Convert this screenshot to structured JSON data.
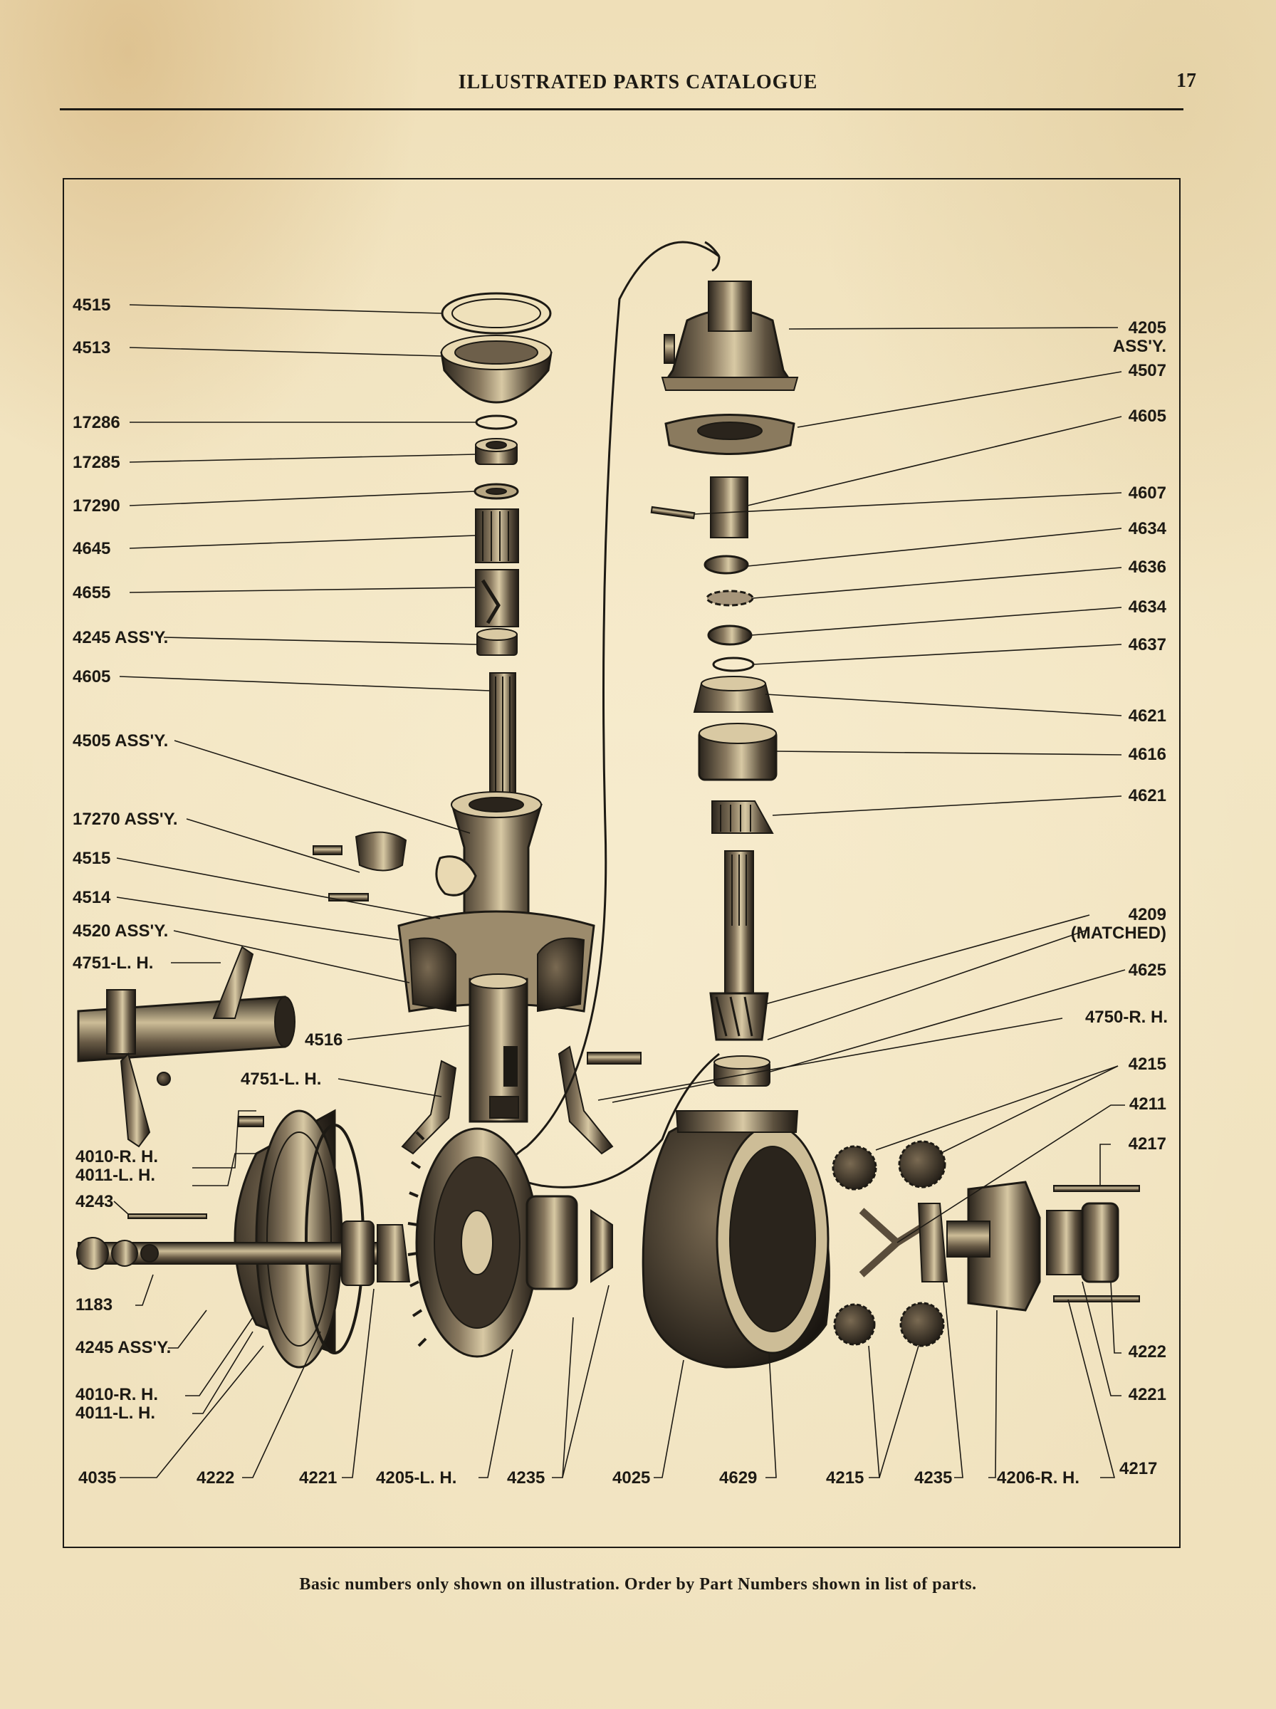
{
  "header": {
    "title": "ILLUSTRATED PARTS CATALOGUE",
    "page_number": "17"
  },
  "footer": {
    "note": "Basic numbers only shown on illustration. Order by Part Numbers shown in list of parts."
  },
  "labels": [
    {
      "id": "L01",
      "text": "4515"
    },
    {
      "id": "L02",
      "text": "4513"
    },
    {
      "id": "L03",
      "text": "17286"
    },
    {
      "id": "L04",
      "text": "17285"
    },
    {
      "id": "L05",
      "text": "17290"
    },
    {
      "id": "L06",
      "text": "4645"
    },
    {
      "id": "L07",
      "text": "4655"
    },
    {
      "id": "L08",
      "text": "4245 ASS'Y."
    },
    {
      "id": "L09",
      "text": "4605"
    },
    {
      "id": "L10",
      "text": "4505 ASS'Y."
    },
    {
      "id": "L11",
      "text": "17270 ASS'Y."
    },
    {
      "id": "L12",
      "text": "4515"
    },
    {
      "id": "L13",
      "text": "4514"
    },
    {
      "id": "L14",
      "text": "4520 ASS'Y."
    },
    {
      "id": "L15",
      "text": "4751-L. H."
    },
    {
      "id": "L16",
      "text": "4516"
    },
    {
      "id": "L17",
      "text": "4751-L. H."
    },
    {
      "id": "L18",
      "text": "4010-R. H.\n4011-L. H."
    },
    {
      "id": "L19",
      "text": "4243"
    },
    {
      "id": "L20",
      "text": "1183"
    },
    {
      "id": "L21",
      "text": "4245 ASS'Y."
    },
    {
      "id": "L22",
      "text": "4010-R. H.\n4011-L. H."
    },
    {
      "id": "L23",
      "text": "4035"
    },
    {
      "id": "L24",
      "text": "4222"
    },
    {
      "id": "L25",
      "text": "4221"
    },
    {
      "id": "L26",
      "text": "4205-L. H."
    },
    {
      "id": "L27",
      "text": "4235"
    },
    {
      "id": "L28",
      "text": "4025"
    },
    {
      "id": "L29",
      "text": "4629"
    },
    {
      "id": "L30",
      "text": "4215"
    },
    {
      "id": "L31",
      "text": "4235"
    },
    {
      "id": "L32",
      "text": "4206-R. H."
    },
    {
      "id": "L33",
      "text": "4217"
    },
    {
      "id": "L34",
      "text": "4205\nASS'Y."
    },
    {
      "id": "L35",
      "text": "4507"
    },
    {
      "id": "L36",
      "text": "4605"
    },
    {
      "id": "L37",
      "text": "4607"
    },
    {
      "id": "L38",
      "text": "4634"
    },
    {
      "id": "L39",
      "text": "4636"
    },
    {
      "id": "L40",
      "text": "4634"
    },
    {
      "id": "L41",
      "text": "4637"
    },
    {
      "id": "L42",
      "text": "4621"
    },
    {
      "id": "L43",
      "text": "4616"
    },
    {
      "id": "L44",
      "text": "4621"
    },
    {
      "id": "L45",
      "text": "4209\n(MATCHED)"
    },
    {
      "id": "L46",
      "text": "4625"
    },
    {
      "id": "L47",
      "text": "4750-R. H."
    },
    {
      "id": "L48",
      "text": "4215"
    },
    {
      "id": "L49",
      "text": "4211"
    },
    {
      "id": "L50",
      "text": "4217"
    },
    {
      "id": "L51",
      "text": "4222"
    },
    {
      "id": "L52",
      "text": "4221"
    },
    {
      "id": "L53",
      "text": "4217"
    }
  ]
}
